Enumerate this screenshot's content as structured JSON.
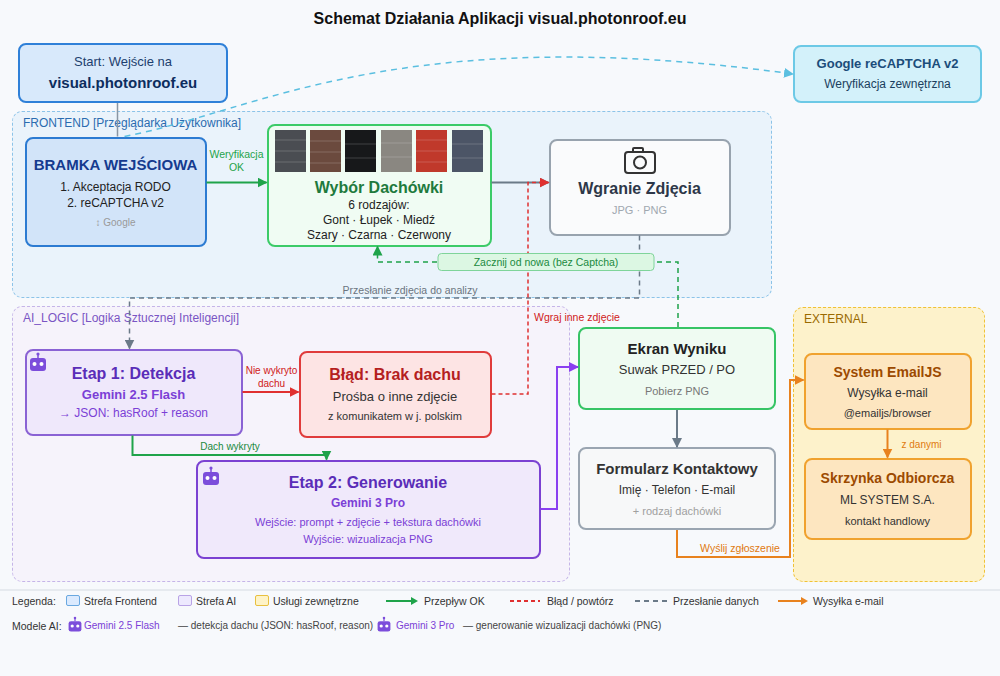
{
  "diagram": {
    "title": "Schemat Działania Aplikacji visual.photonroof.eu",
    "nodes": [
      {
        "text": [
          "Start: Wejście na",
          "visual.photonroof.eu"
        ]
      },
      {
        "text": [
          "Google reCAPTCHA v2",
          "Weryfikacja zewnętrzna"
        ]
      },
      {
        "text": [
          "FRONTEND [Przeglądarka Użytkownika]"
        ]
      },
      {
        "text": [
          "BRAMKA WEJŚCIOWA",
          "1. Akceptacja RODO",
          "2. reCAPTCHA v2",
          "↕ Google"
        ],
        "in": 2
      },
      {
        "text": [
          "Wybór Dachówki",
          "6 rodzajów:",
          "Gont · Łupek · Miedź",
          "Szary · Czarna · Czerwony"
        ],
        "in": 2
      },
      {
        "text": [
          "Wgranie Zdjęcia",
          "JPG · PNG"
        ],
        "in": 2
      },
      {
        "text": [
          "AI_LOGIC [Logika Sztucznej Inteligencji]"
        ]
      },
      {
        "text": [
          "Etap 1: Detekcja",
          "Gemini 2.5 Flash",
          "→ JSON: hasRoof + reason"
        ],
        "in": 6
      },
      {
        "text": [
          "Błąd: Brak dachu",
          "Prośba o inne zdjęcie",
          "z komunikatem w j. polskim"
        ],
        "in": 6
      },
      {
        "text": [
          "Etap 2: Generowanie",
          "Gemini 3 Pro",
          "Wejście: prompt + zdjęcie + tekstura dachówki",
          "Wyjście: wizualizacja PNG"
        ],
        "in": 6
      },
      {
        "text": [
          "Ekran Wyniku",
          "Suwak PRZED / PO",
          "Pobierz PNG"
        ]
      },
      {
        "text": [
          "Formularz Kontaktowy",
          "Imię · Telefon · E-mail",
          "+ rodzaj dachówki"
        ]
      },
      {
        "text": [
          "EXTERNAL"
        ]
      },
      {
        "text": [
          "System EmailJS",
          "Wysyłka e-mail",
          "@emailjs/browser"
        ],
        "in": 12
      },
      {
        "text": [
          "Skrzynka Odbiorcza",
          "ML SYSTEM S.A.",
          "kontakt handlowy"
        ],
        "in": 12
      }
    ],
    "edges": [
      {
        "from": 3,
        "to": 1,
        "arrow": "to"
      },
      {
        "from": 0,
        "to": 3,
        "arrow": "none"
      },
      {
        "from": 3,
        "to": 4,
        "label": "Weryfikacja OK",
        "arrow": "to"
      },
      {
        "from": 4,
        "to": 5,
        "arrow": "to"
      },
      {
        "from": 5,
        "to": 7,
        "label": "Przesłanie zdjęcia do analizy",
        "arrow": "to"
      },
      {
        "from": 7,
        "to": 8,
        "label": "Nie wykryto dachu",
        "arrow": "to"
      },
      {
        "from": 7,
        "to": 9,
        "label": "Dach wykryty",
        "arrow": "to"
      },
      {
        "from": 8,
        "to": 5,
        "label": "Wgraj inne zdjęcie",
        "arrow": "to"
      },
      {
        "from": 9,
        "to": 10,
        "arrow": "to"
      },
      {
        "from": 10,
        "to": 4,
        "label": "Zacznij od nowa (bez Captcha)",
        "arrow": "to"
      },
      {
        "from": 10,
        "to": 11,
        "arrow": "to"
      },
      {
        "from": 11,
        "to": 13,
        "label": "Wyślij zgłoszenie",
        "arrow": "to"
      },
      {
        "from": 13,
        "to": 14,
        "label": "z danymi",
        "arrow": "to"
      }
    ],
    "labels": [
      "Legenda:",
      "Modele AI:",
      "Gemini 2.5 Flash",
      "— detekcja dachu (JSON: hasRoof, reason)",
      "Gemini 3 Pro",
      "— generowanie wizualizacji dachówki (PNG)"
    ],
    "legend": [
      {
        "text": "Strefa Frontend",
        "color": "#dbeafe"
      },
      {
        "text": "Strefa AI",
        "color": "#ede9fe"
      },
      {
        "text": "Usługi zewnętrzne",
        "color": "#fef3c7"
      },
      {
        "text": "Przepływ OK"
      },
      {
        "text": "Błąd / powtórz"
      },
      {
        "text": "Przesłanie danych"
      },
      {
        "text": "Wysyłka e-mail"
      }
    ]
  }
}
